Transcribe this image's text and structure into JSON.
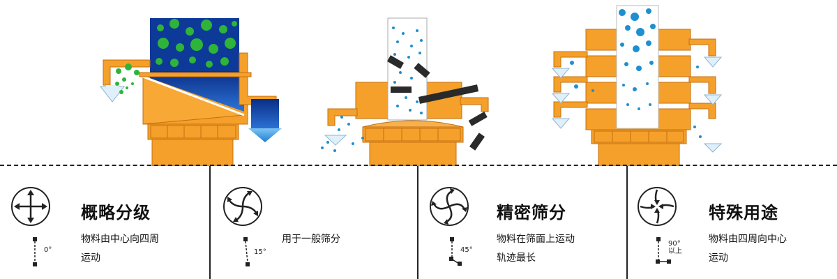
{
  "colors": {
    "orange": "#F5A02A",
    "orange_dark": "#C46F10",
    "blue_particles": "#1E8FD0",
    "navy": "#0A2E86",
    "green": "#2FB43A",
    "arrow_blue": "#1E7FD6"
  },
  "panels": [
    {
      "title": "概略分级",
      "desc_lines": [
        "物料由中心向四周",
        "运动"
      ],
      "angle": "0°",
      "icon": "four-way-arrows-icon"
    },
    {
      "title": "",
      "desc_lines": [
        "用于一般筛分"
      ],
      "angle": "15°",
      "icon": "pinwheel-arrows-icon"
    },
    {
      "title": "精密筛分",
      "desc_lines": [
        "物料在筛面上运动",
        "轨迹最长"
      ],
      "angle": "45°",
      "icon": "spiral-arrows-icon"
    },
    {
      "title": "特殊用途",
      "desc_lines": [
        "物料由四周向中心",
        "运动"
      ],
      "angle_lines": [
        "90°",
        "以上"
      ],
      "icon": "inward-arrows-icon"
    }
  ]
}
